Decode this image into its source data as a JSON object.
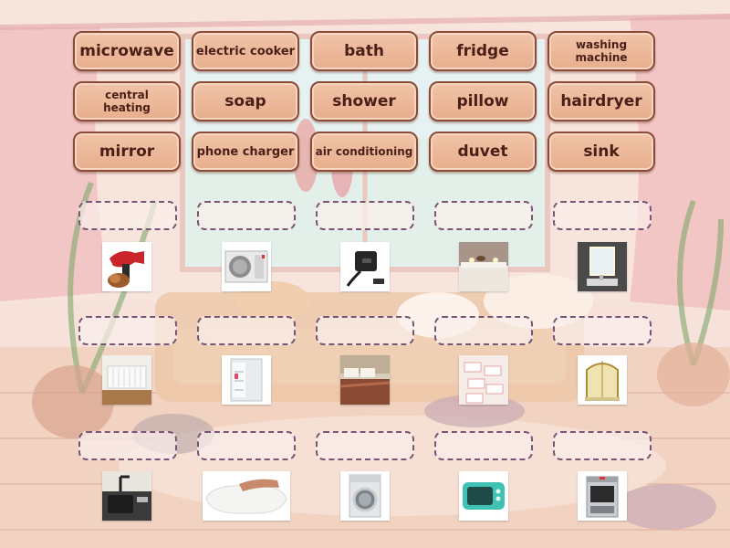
{
  "word_bank": [
    {
      "id": "microwave",
      "label": "microwave",
      "size": "large"
    },
    {
      "id": "electric-cooker",
      "label": "electric cooker",
      "size": "medium"
    },
    {
      "id": "bath",
      "label": "bath",
      "size": "large"
    },
    {
      "id": "fridge",
      "label": "fridge",
      "size": "large"
    },
    {
      "id": "washing-machine",
      "label": "washing\nmachine",
      "size": "small"
    },
    {
      "id": "central-heating",
      "label": "central\nheating",
      "size": "small"
    },
    {
      "id": "soap",
      "label": "soap",
      "size": "large"
    },
    {
      "id": "shower",
      "label": "shower",
      "size": "large"
    },
    {
      "id": "pillow",
      "label": "pillow",
      "size": "large"
    },
    {
      "id": "hairdryer",
      "label": "hairdryer",
      "size": "large"
    },
    {
      "id": "mirror",
      "label": "mirror",
      "size": "large"
    },
    {
      "id": "phone-charger",
      "label": "phone charger",
      "size": "medium"
    },
    {
      "id": "air-conditioning",
      "label": "air conditioning",
      "size": "small"
    },
    {
      "id": "duvet",
      "label": "duvet",
      "size": "large"
    },
    {
      "id": "sink",
      "label": "sink",
      "size": "large"
    }
  ],
  "pictures": [
    {
      "icon": "hairdryer-photo-icon"
    },
    {
      "icon": "air-conditioner-photo-icon"
    },
    {
      "icon": "phone-charger-photo-icon"
    },
    {
      "icon": "bath-photo-icon"
    },
    {
      "icon": "mirror-photo-icon"
    },
    {
      "icon": "radiator-photo-icon"
    },
    {
      "icon": "fridge-photo-icon"
    },
    {
      "icon": "duvet-photo-icon"
    },
    {
      "icon": "soap-photo-icon"
    },
    {
      "icon": "shower-photo-icon"
    },
    {
      "icon": "sink-photo-icon"
    },
    {
      "icon": "pillow-photo-icon"
    },
    {
      "icon": "washing-machine-photo-icon"
    },
    {
      "icon": "microwave-photo-icon"
    },
    {
      "icon": "electric-cooker-photo-icon"
    }
  ],
  "colors": {
    "tile_fill": "#eab595",
    "tile_border": "#8c4b37",
    "tile_text": "#4a1f18",
    "slot_border": "#7a5473",
    "background": "#f4d9d0"
  }
}
